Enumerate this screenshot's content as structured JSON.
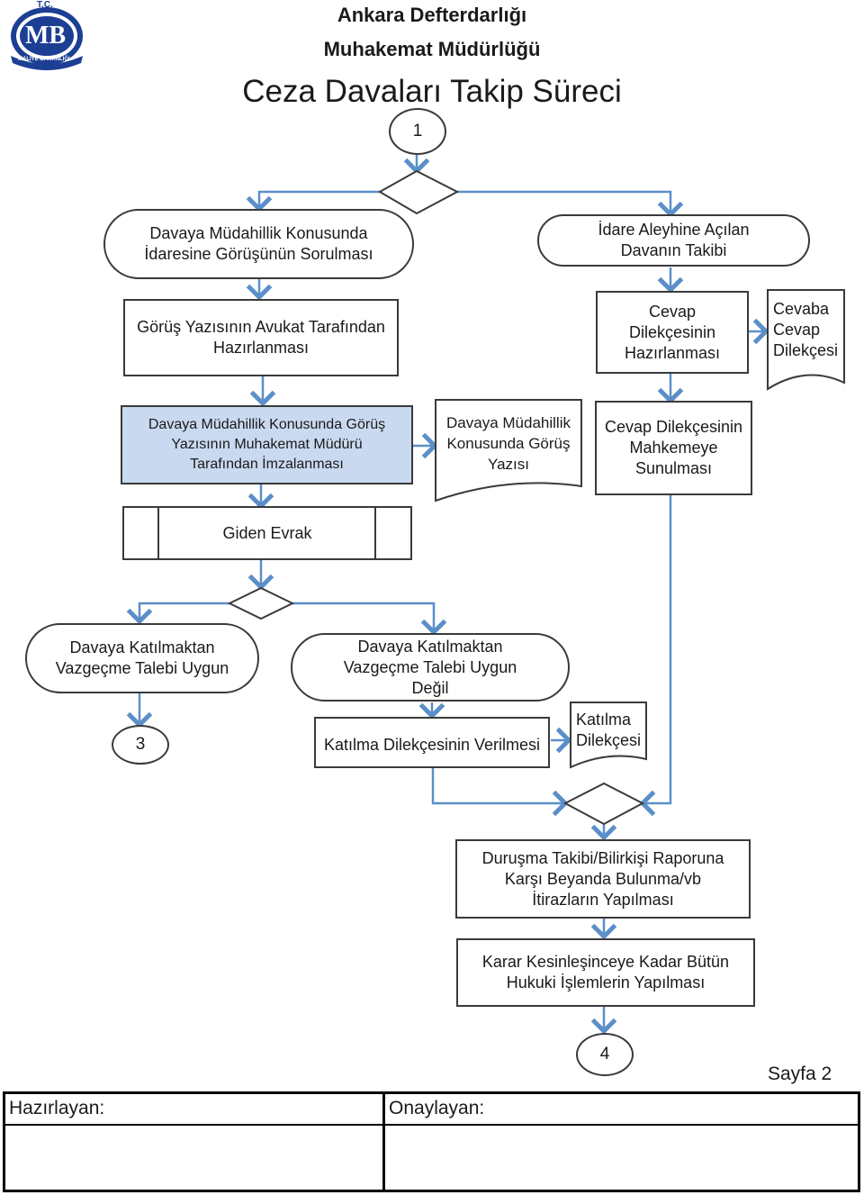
{
  "logo": {
    "top_text": "T.C.",
    "letters": "MB",
    "ribbon": "MALİYE BAKANLIĞI"
  },
  "header": {
    "line1": "Ankara Defterdarlığı",
    "line2": "Muhakemat Müdürlüğü",
    "title": "Ceza Davaları Takip Süreci"
  },
  "connectors": {
    "c1": "1",
    "c3": "3",
    "c4": "4"
  },
  "nodes": {
    "mudahillik_sorulmasi": "Davaya Müdahillik Konusunda\nİdaresine Görüşünün Sorulması",
    "aleyhine_takibi": "İdare Aleyhine Açılan\nDavanın Takibi",
    "avukat_hazirlama": "Görüş Yazısının Avukat Tarafından\nHazırlanması",
    "cevap_hazirlanmasi": "Cevap Dilekçesinin\nHazırlanması",
    "cevaba_cevap": "Cevaba\nCevap\nDilekçesi",
    "imzalanmasi": "Davaya Müdahillik Konusunda Görüş\nYazısının Muhakemat Müdürü\nTarafından İmzalanması",
    "gorus_yazisi_doc": "Davaya Müdahillik\nKonusunda Görüş\nYazısı",
    "cevap_sunulmasi": "Cevap Dilekçesinin\nMahkemeye\nSunulması",
    "giden_evrak": "Giden Evrak",
    "vazgecme_uygun": "Davaya Katılmaktan\nVazgeçme Talebi Uygun",
    "vazgecme_uygun_degil": "Davaya Katılmaktan\nVazgeçme Talebi Uygun\nDeğil",
    "katilma_verilmesi": "Katılma Dilekçesinin Verilmesi",
    "katilma_doc": "Katılma\nDilekçesi",
    "durusma_takibi": "Duruşma Takibi/Bilirkişi Raporuna\nKarşı Beyanda Bulunma/vb\nİtirazların Yapılması",
    "karar_kesinlesince": "Karar Kesinleşinceye Kadar Bütün\nHukuki İşlemlerin Yapılması"
  },
  "page_label": "Sayfa 2",
  "footer": {
    "prepared_label": "Hazırlayan:",
    "approved_label": "Onaylayan:"
  },
  "colors": {
    "line": "#5b8fc9",
    "highlight": "#c9d9ef",
    "border": "#3a3a3a",
    "logo": "#1c3f94"
  }
}
